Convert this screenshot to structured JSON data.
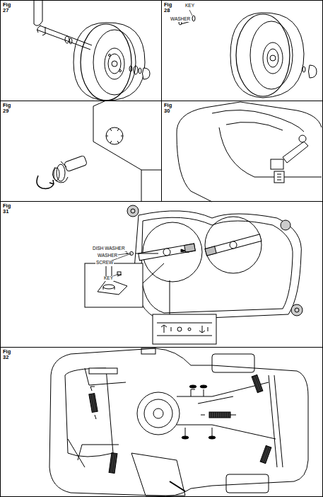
{
  "diagram": {
    "nodes": [
      {
        "text": [
          "Fig 27"
        ]
      },
      {
        "text": [
          "Fig 28"
        ]
      },
      {
        "text": [
          "Fig 29"
        ]
      },
      {
        "text": [
          "Fig 30"
        ]
      },
      {
        "text": [
          "Fig 31"
        ]
      },
      {
        "text": [
          "Fig 32"
        ]
      }
    ],
    "labels": [
      "KEY",
      "WASHER",
      "DISH WASHER",
      "WASHER",
      "SCREW",
      "KEY"
    ]
  }
}
